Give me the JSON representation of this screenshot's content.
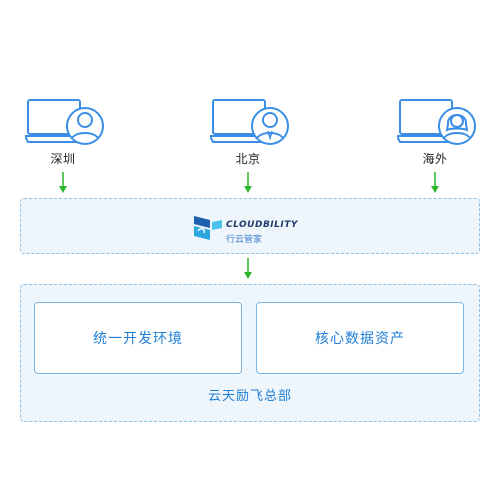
{
  "users": [
    {
      "city": "深圳",
      "icon": "laptop-user-icon"
    },
    {
      "city": "北京",
      "icon": "laptop-user-icon"
    },
    {
      "city": "海外",
      "icon": "laptop-user-icon"
    }
  ],
  "gateway": {
    "logo_en": "CLOUDBILITY",
    "logo_cn": "行云管家",
    "logo_icon": "cloudbility-logo-icon"
  },
  "headquarters": {
    "boxes": [
      "统一开发环境",
      "核心数据资产"
    ],
    "label": "云天励飞总部"
  },
  "colors": {
    "arrow": "#2db52d",
    "panel_border": "#8fc1e8",
    "panel_fill": "#eef5fb",
    "text_blue": "#1f7fd6",
    "icon_blue": "#3a8ee6"
  }
}
